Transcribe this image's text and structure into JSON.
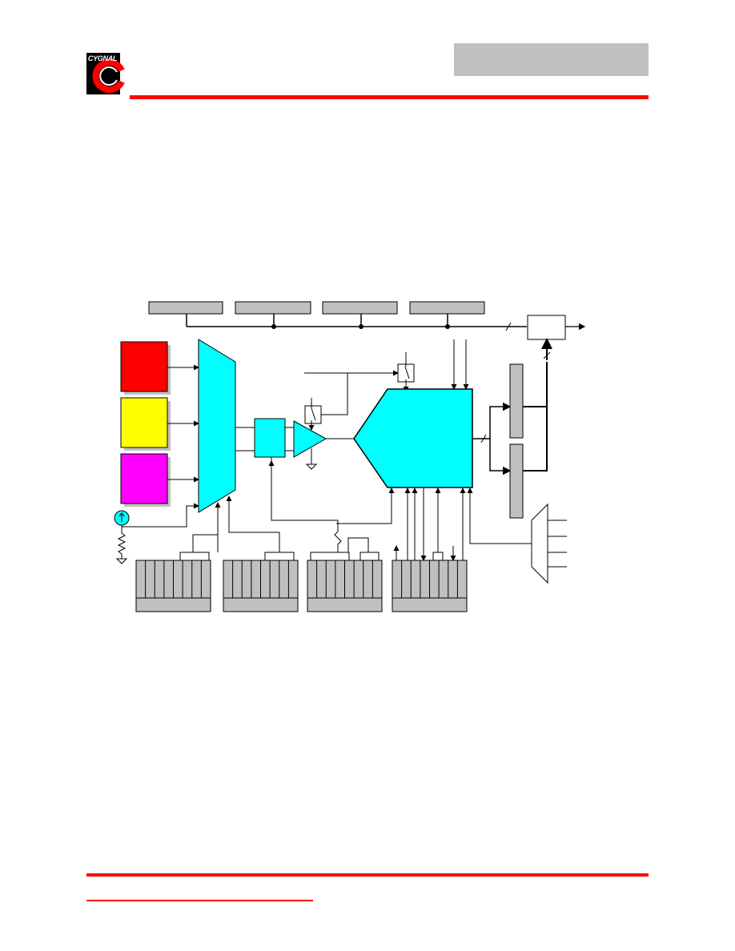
{
  "header": {
    "logo_text": "CYGNAL",
    "brand_red": "#ff0000",
    "title_box_color": "#c0c0c0"
  },
  "diagram": {
    "colors": {
      "block": "#00ffff",
      "sensor_a": "#ff0000",
      "sensor_b": "#ffff00",
      "sensor_c": "#ff00ff",
      "register": "#c0c0c0",
      "line": "#000000"
    },
    "top_registers": 4,
    "bottom_register_banks": 4,
    "bits_per_bank": 8,
    "right_data_registers": 2,
    "mux_outputs": 4
  }
}
